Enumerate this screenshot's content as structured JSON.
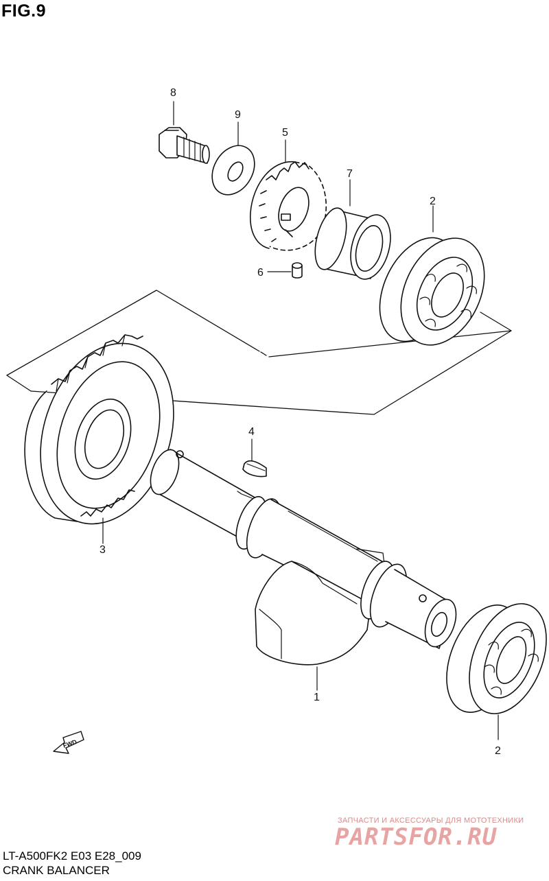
{
  "figure": {
    "title": "FIG.9",
    "model_code": "LT-A500FK2 E03 E28_009",
    "caption": "CRANK BALANCER"
  },
  "part_labels": {
    "p8": "8",
    "p9": "9",
    "p5": "5",
    "p7": "7",
    "p2_upper": "2",
    "p6": "6",
    "p4": "4",
    "p3": "3",
    "p1": "1",
    "p2_lower": "2"
  },
  "direction_badge": "FWD",
  "watermark": {
    "tagline": "ЗАПЧАСТИ И АКСЕССУАРЫ ДЛЯ МОТОТЕХНИКИ",
    "brand": "PARTSFOR.RU",
    "color": "#e8a3a3"
  }
}
